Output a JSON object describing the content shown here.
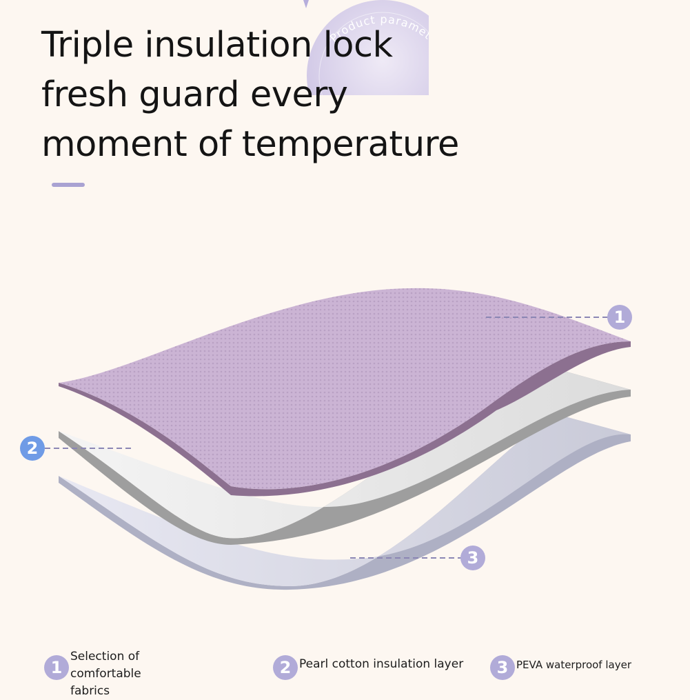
{
  "badge": {
    "text": "Product parameters"
  },
  "headline": {
    "line1": "Triple insulation lock",
    "line2": "fresh guard every",
    "line3": "moment of temperature"
  },
  "callouts": [
    {
      "number": "1",
      "color": "#b1abd8"
    },
    {
      "number": "2",
      "color": "#6f9be6"
    },
    {
      "number": "3",
      "color": "#b1abd8"
    }
  ],
  "legend": [
    {
      "number": "1",
      "label_line1": "Selection of comfortable",
      "label_line2": "fabrics"
    },
    {
      "number": "2",
      "label_line1": "Pearl cotton insulation layer"
    },
    {
      "number": "3",
      "label_line1": "PEVA waterproof layer"
    }
  ],
  "colors": {
    "background": "#fdf7f1",
    "accent": "#a9a2d2",
    "fabric_layer": "#cdb6d5",
    "cotton_layer": "#ececec",
    "peva_layer": "#dfe0eb",
    "leader_line": "#8b86b4"
  }
}
